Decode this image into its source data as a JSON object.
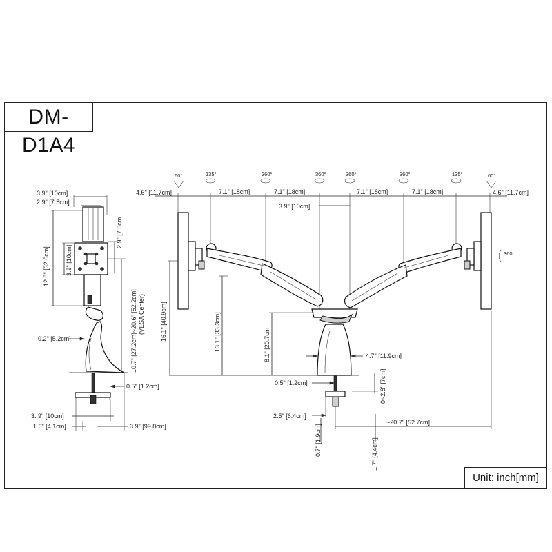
{
  "model": "DM-D1A4",
  "unit": "Unit: inch[mm]",
  "angles": {
    "tilt_left": "60°",
    "swivel_left": "135°",
    "rot_left_inner": "360°",
    "rot_center_left": "360°",
    "rot_center_right": "360°",
    "rot_right_inner": "360°",
    "swivel_right": "135°",
    "tilt_right": "60°",
    "rotate_right": "360"
  },
  "side_view": {
    "width_top": "3.9\" [10cm]",
    "width_vesa": "2.9\" [7.5cm]",
    "vesa_h1": "2.9\" [7.5cm",
    "height_pole": "12.8\" [32.6cm]",
    "vesa_h2": "3.9\" [10cm]",
    "vesa_center_range": "10.7\" [27.2cm]~20.6\" [52.2cm]",
    "vesa_center_note": "(VESA Center)",
    "arm_offset": "0.2\" [5.2cm]",
    "clamp_thickness": "0.5\" [1.2cm]",
    "clamp_width": "3..9\" [10cm]",
    "base_offset": "1.6\" [4.1cm]",
    "base_depth": "3.9\" [99.8cm]"
  },
  "front_view": {
    "left_edge": "4.6\" [11.7cm]",
    "arm_seg_1": "7.1\" [18cm]",
    "arm_seg_2": "7.1\" [18cm]",
    "arm_seg_3": "7.1\" [18cm]",
    "arm_seg_4": "7.1\" [18cm]",
    "right_edge": "4.6\" [11.7cm]",
    "center_gap": "3.9\" [10cm]",
    "max_height": "16.1\" [40.9cm]",
    "arm_height": "13.1\" [33.3cm]",
    "pole_height": "8.1\" [20.7cm",
    "base_width": "4.7\" [11.9cm]",
    "clamp_plate": "0.5\" [1.2cm]",
    "desk_range": "0~2.8\" [7cm]",
    "clamp_depth": "2.5\" [6.4cm]",
    "reach": "~20.7\" [52.7cm]",
    "grommet": "0.7\" [1.9cm]",
    "clamp_height": "1.7\" [4.4cm]"
  }
}
